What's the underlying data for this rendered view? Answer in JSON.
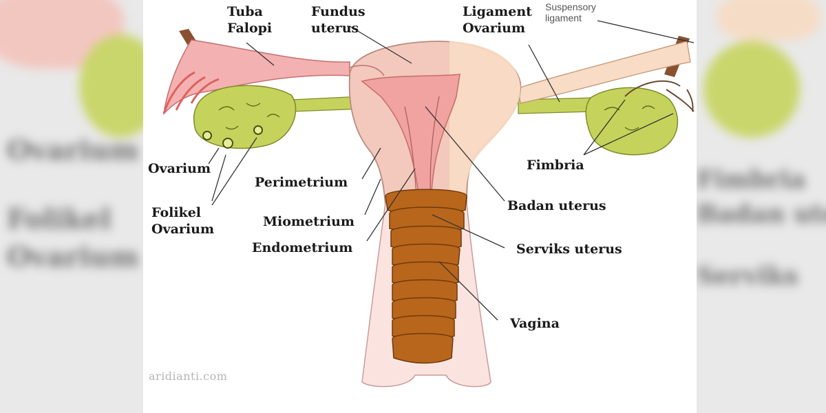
{
  "diagram": {
    "labels": {
      "tuba_falopi": "Tuba\nFalopi",
      "fundus_uterus": "Fundus\nuterus",
      "ligament_ovarium": "Ligament\nOvarium",
      "suspensory_ligament": "Suspensory\nligament",
      "ovarium": "Ovarium",
      "folikel_ovarium": "Folikel\nOvarium",
      "perimetrium": "Perimetrium",
      "miometrium": "Miometrium",
      "endometrium": "Endometrium",
      "fimbria": "Fimbria",
      "badan_uterus": "Badan uterus",
      "serviks_uterus": "Serviks uterus",
      "vagina": "Vagina"
    },
    "watermark": "aridianti.com",
    "colors": {
      "uterus_outer": "#f2c9bc",
      "uterus_inner": "#f0a3a0",
      "ovary": "#c5d35c",
      "ligament": "#f8dcc5",
      "cervix": "#b8661c",
      "tube": "#f4b1b1",
      "fimbria_red": "#e06060",
      "ligament_brown": "#8a5030"
    }
  },
  "background": {
    "left_blurred_words": [
      "Ovarium",
      "Folikel",
      "Ovarium"
    ],
    "right_blurred_words": [
      "Fimbria",
      "Badan uterus",
      "Serviks"
    ]
  }
}
